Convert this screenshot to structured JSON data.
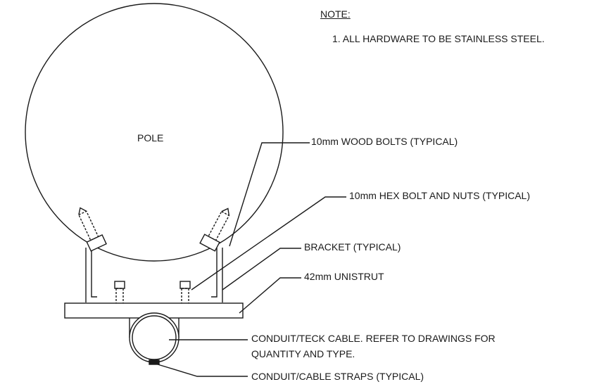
{
  "note": {
    "heading": "NOTE:",
    "items": [
      "1. ALL HARDWARE TO BE STAINLESS STEEL."
    ]
  },
  "pole_label": "POLE",
  "callouts": {
    "wood_bolts": "10mm WOOD BOLTS (TYPICAL)",
    "hex_bolt": "10mm HEX BOLT AND NUTS (TYPICAL)",
    "bracket": "BRACKET (TYPICAL)",
    "unistrut": "42mm UNISTRUT",
    "conduit_line1": "CONDUIT/TECK CABLE. REFER TO DRAWINGS FOR",
    "conduit_line2": "QUANTITY AND TYPE.",
    "straps": "CONDUIT/CABLE STRAPS (TYPICAL)"
  },
  "colors": {
    "line": "#1a1a1a",
    "fill": "#ffffff",
    "hatch": "#777777"
  }
}
